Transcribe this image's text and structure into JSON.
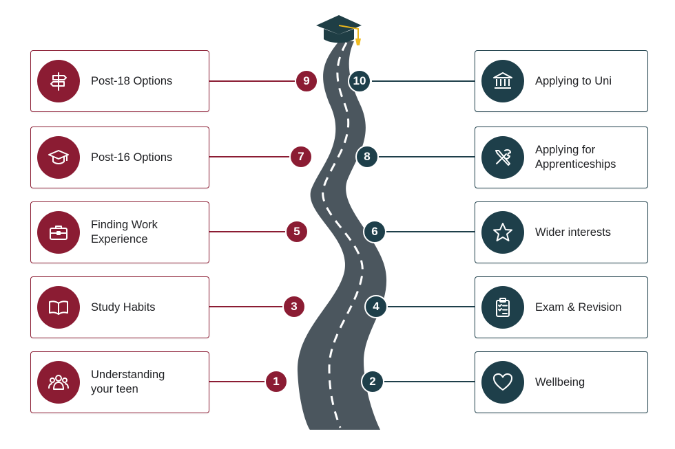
{
  "colors": {
    "left_accent": "#8b1c33",
    "right_accent": "#1e3f4a",
    "road": "#4b565e"
  },
  "left_steps": [
    {
      "number": "9",
      "label": "Post-18 Options",
      "icon": "signpost-icon"
    },
    {
      "number": "7",
      "label": "Post-16 Options",
      "icon": "graduation-cap-icon"
    },
    {
      "number": "5",
      "label": "Finding Work\nExperience",
      "icon": "briefcase-icon"
    },
    {
      "number": "3",
      "label": "Study Habits",
      "icon": "open-book-icon"
    },
    {
      "number": "1",
      "label": "Understanding\nyour teen",
      "icon": "people-icon"
    }
  ],
  "right_steps": [
    {
      "number": "10",
      "label": "Applying to Uni",
      "icon": "university-building-icon"
    },
    {
      "number": "8",
      "label": "Applying for\nApprenticeships",
      "icon": "tools-icon"
    },
    {
      "number": "6",
      "label": "Wider interests",
      "icon": "star-icon"
    },
    {
      "number": "4",
      "label": "Exam & Revision",
      "icon": "clipboard-checklist-icon"
    },
    {
      "number": "2",
      "label": "Wellbeing",
      "icon": "heart-icon"
    }
  ]
}
